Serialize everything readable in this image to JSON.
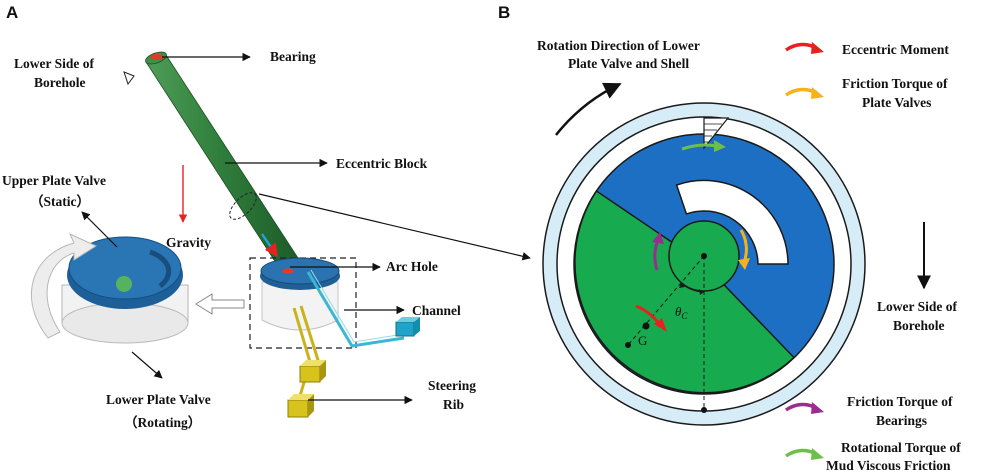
{
  "panels": {
    "a": "A",
    "b": "B"
  },
  "labels_a": {
    "lower_side_borehole_1": "Lower Side of",
    "lower_side_borehole_2": "Borehole",
    "bearing": "Bearing",
    "eccentric_block": "Eccentric Block",
    "upper_plate_valve_1": "Upper Plate Valve",
    "upper_plate_valve_2": "（Static）",
    "gravity": "Gravity",
    "arc_hole": "Arc Hole",
    "channel": "Channel",
    "lower_plate_valve_1": "Lower Plate Valve",
    "lower_plate_valve_2": "（Rotating）",
    "steering_rib_1": "Steering",
    "steering_rib_2": "Rib"
  },
  "labels_b": {
    "rotation_direction_1": "Rotation Direction of Lower",
    "rotation_direction_2": "Plate Valve and Shell",
    "lower_side_borehole_1": "Lower Side of",
    "lower_side_borehole_2": "Borehole",
    "theta": "θ",
    "theta_sub": "C",
    "g": "G"
  },
  "legend": [
    {
      "line1": "Eccentric Moment",
      "line2": "",
      "color": "#e8201e"
    },
    {
      "line1": "Friction Torque of",
      "line2": "Plate Valves",
      "color": "#f5b21c"
    },
    {
      "line1": "Friction Torque of",
      "line2": "Bearings",
      "color": "#9a2d90"
    },
    {
      "line1": "Rotational Torque of",
      "line2": "Mud Viscous Friction",
      "color": "#6cc04a"
    }
  ],
  "colors": {
    "shell_ring": "#d6ecf7",
    "plate_blue": "#1d6fc4",
    "sector_green": "#17aa4f",
    "rod_green": "#2e7d3a",
    "valve_blue": "#1f5f96",
    "cyan_arrow": "#1ea7e8",
    "rib_yellow": "#d8c21c",
    "channel_cyan": "#3cb6d2"
  }
}
